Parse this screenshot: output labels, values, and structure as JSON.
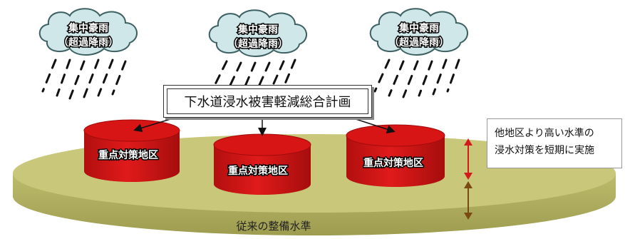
{
  "clouds": [
    {
      "line1": "集中豪雨",
      "line2": "（超過降雨）"
    },
    {
      "line1": "集中豪雨",
      "line2": "（超過降雨）"
    },
    {
      "line1": "集中豪雨",
      "line2": "（超過降雨）"
    }
  ],
  "plan_label": "下水道浸水被害軽減総合計画",
  "districts": [
    "重点対策地区",
    "重点対策地区",
    "重点対策地区"
  ],
  "note_lines": [
    "他地区より高い水準の",
    "浸水対策を短期に実施"
  ],
  "base_label": "従来の整備水準",
  "colors": {
    "cloud_fill": "#cfe7e9",
    "cloud_stroke": "#3d6062",
    "rain": "#111111",
    "cylinder_red": "#dd1717",
    "cylinder_dark": "#9c0b0b",
    "disc_fill": "#c9c77a",
    "disc_side": "#aaa85a",
    "arrow_red": "#d31a1a",
    "arrow_brown": "#7a4a12"
  }
}
